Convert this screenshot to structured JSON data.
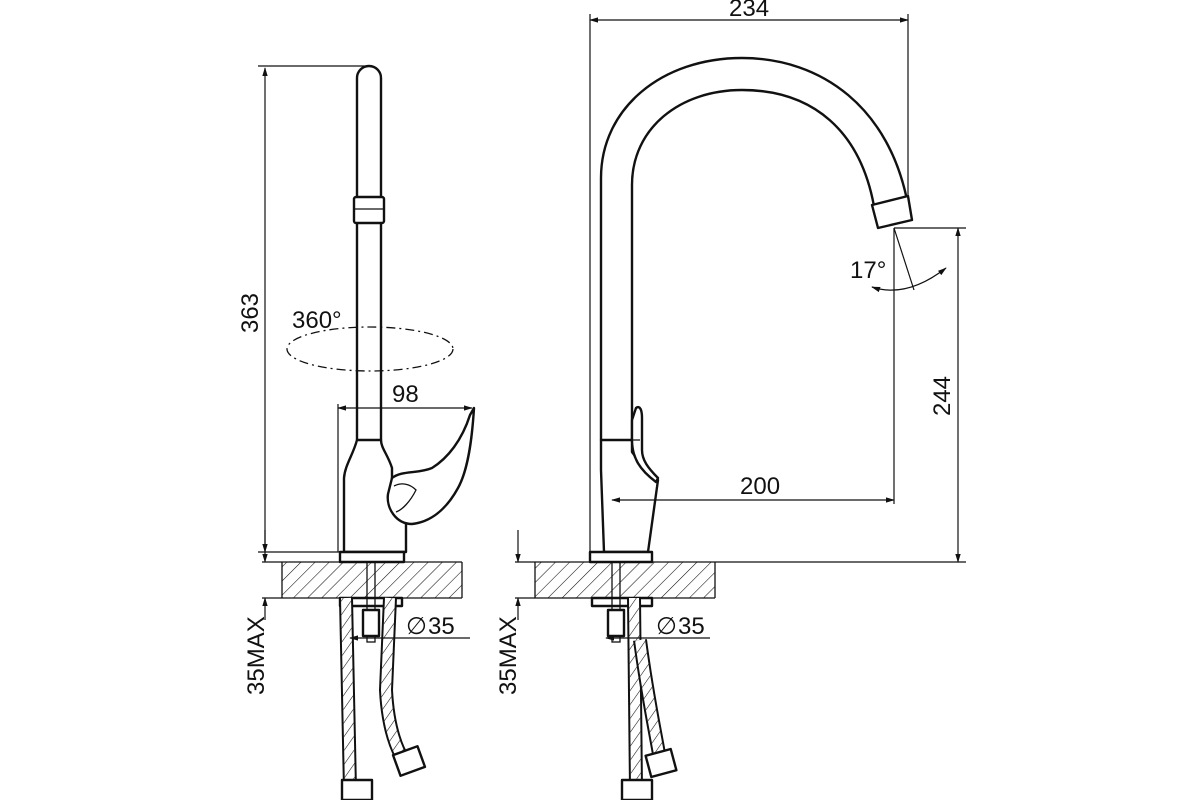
{
  "dimensions": {
    "total_height": "363",
    "rotation_angle": "360°",
    "handle_reach": "98",
    "total_reach": "234",
    "spout_angle": "17°",
    "spout_height": "244",
    "spout_reach": "200",
    "hole_diameter_left": "35",
    "hole_diameter_right": "35",
    "max_thickness_left": "35MAX",
    "max_thickness_right": "35MAX"
  },
  "symbols": {
    "diameter": "∅"
  }
}
